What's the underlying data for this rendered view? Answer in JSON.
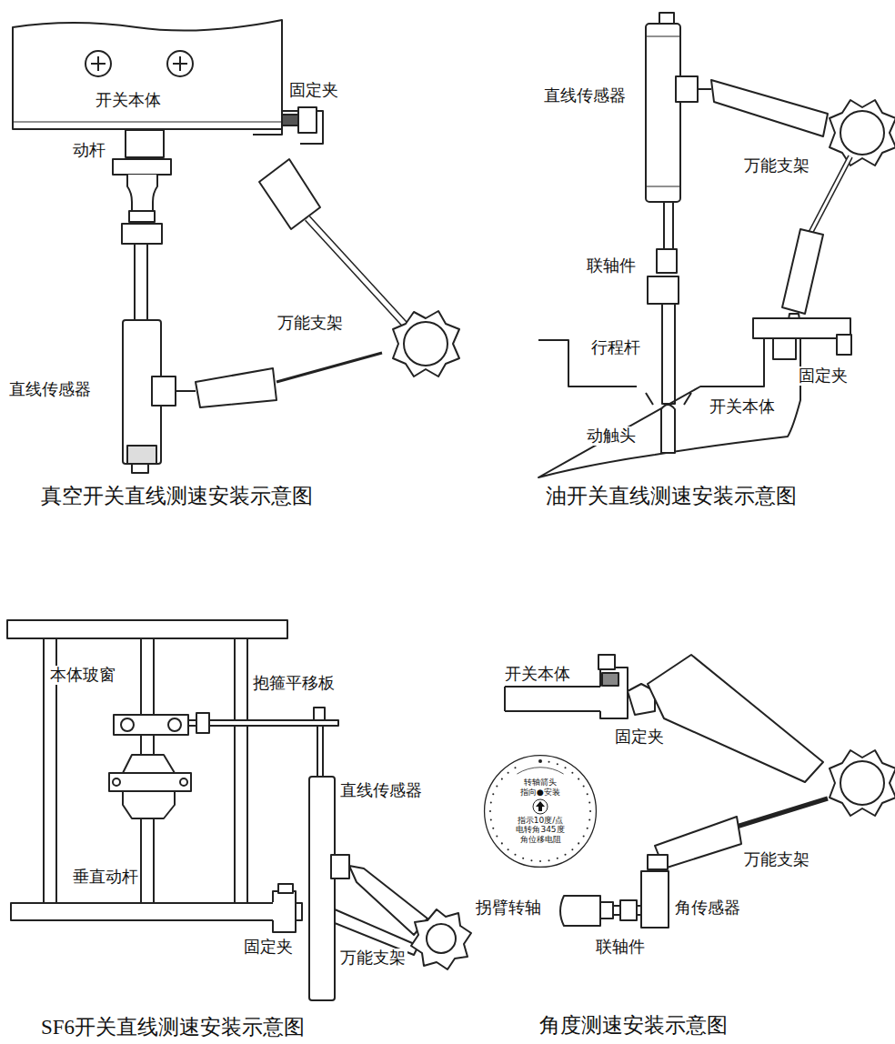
{
  "diagram": {
    "nodes": [
      {
        "text": [
          "转轴箭头",
          "指向●安装",
          "指示10度/点",
          "电转角345度",
          "角位移电阻"
        ]
      }
    ],
    "edges": [],
    "labels": [
      "开关本体",
      "固定夹",
      "动杆",
      "万能支架",
      "直线传感器",
      "真空开关直线测速安装示意图",
      "直线传感器",
      "万能支架",
      "联轴件",
      "行程杆",
      "固定夹",
      "开关本体",
      "动触头",
      "油开关直线测速安装示意图",
      "本体玻窗",
      "抱箍平移板",
      "直线传感器",
      "垂直动杆",
      "固定夹",
      "万能支架",
      "SF6开关直线测速安装示意图",
      "开关本体",
      "固定夹",
      "万能支架",
      "拐臂转轴",
      "角传感器",
      "联轴件",
      "角度测速安装示意图"
    ]
  }
}
